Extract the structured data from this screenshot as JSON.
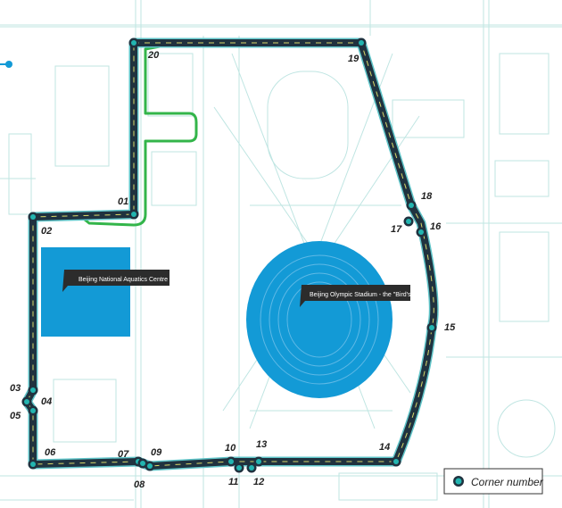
{
  "venues": [
    {
      "id": "aquatics",
      "label": "Beijing National Aquatics Centre"
    },
    {
      "id": "stadium",
      "label": "Beijing Olympic Stadium - the \"Bird's Nest\""
    }
  ],
  "corners": [
    "01",
    "02",
    "03",
    "04",
    "05",
    "06",
    "07",
    "08",
    "09",
    "10",
    "11",
    "12",
    "13",
    "14",
    "15",
    "16",
    "17",
    "18",
    "19",
    "20"
  ],
  "legend": {
    "label": "Corner number"
  },
  "colors": {
    "track": "#20323f",
    "track_edge": "#5fc4c8",
    "track_dash": "#d8d86a",
    "pit_lane": "#33b54a",
    "venue_blue": "#139ad6",
    "corner_marker": "#22b5b0",
    "streets": "#bfe5e2"
  }
}
